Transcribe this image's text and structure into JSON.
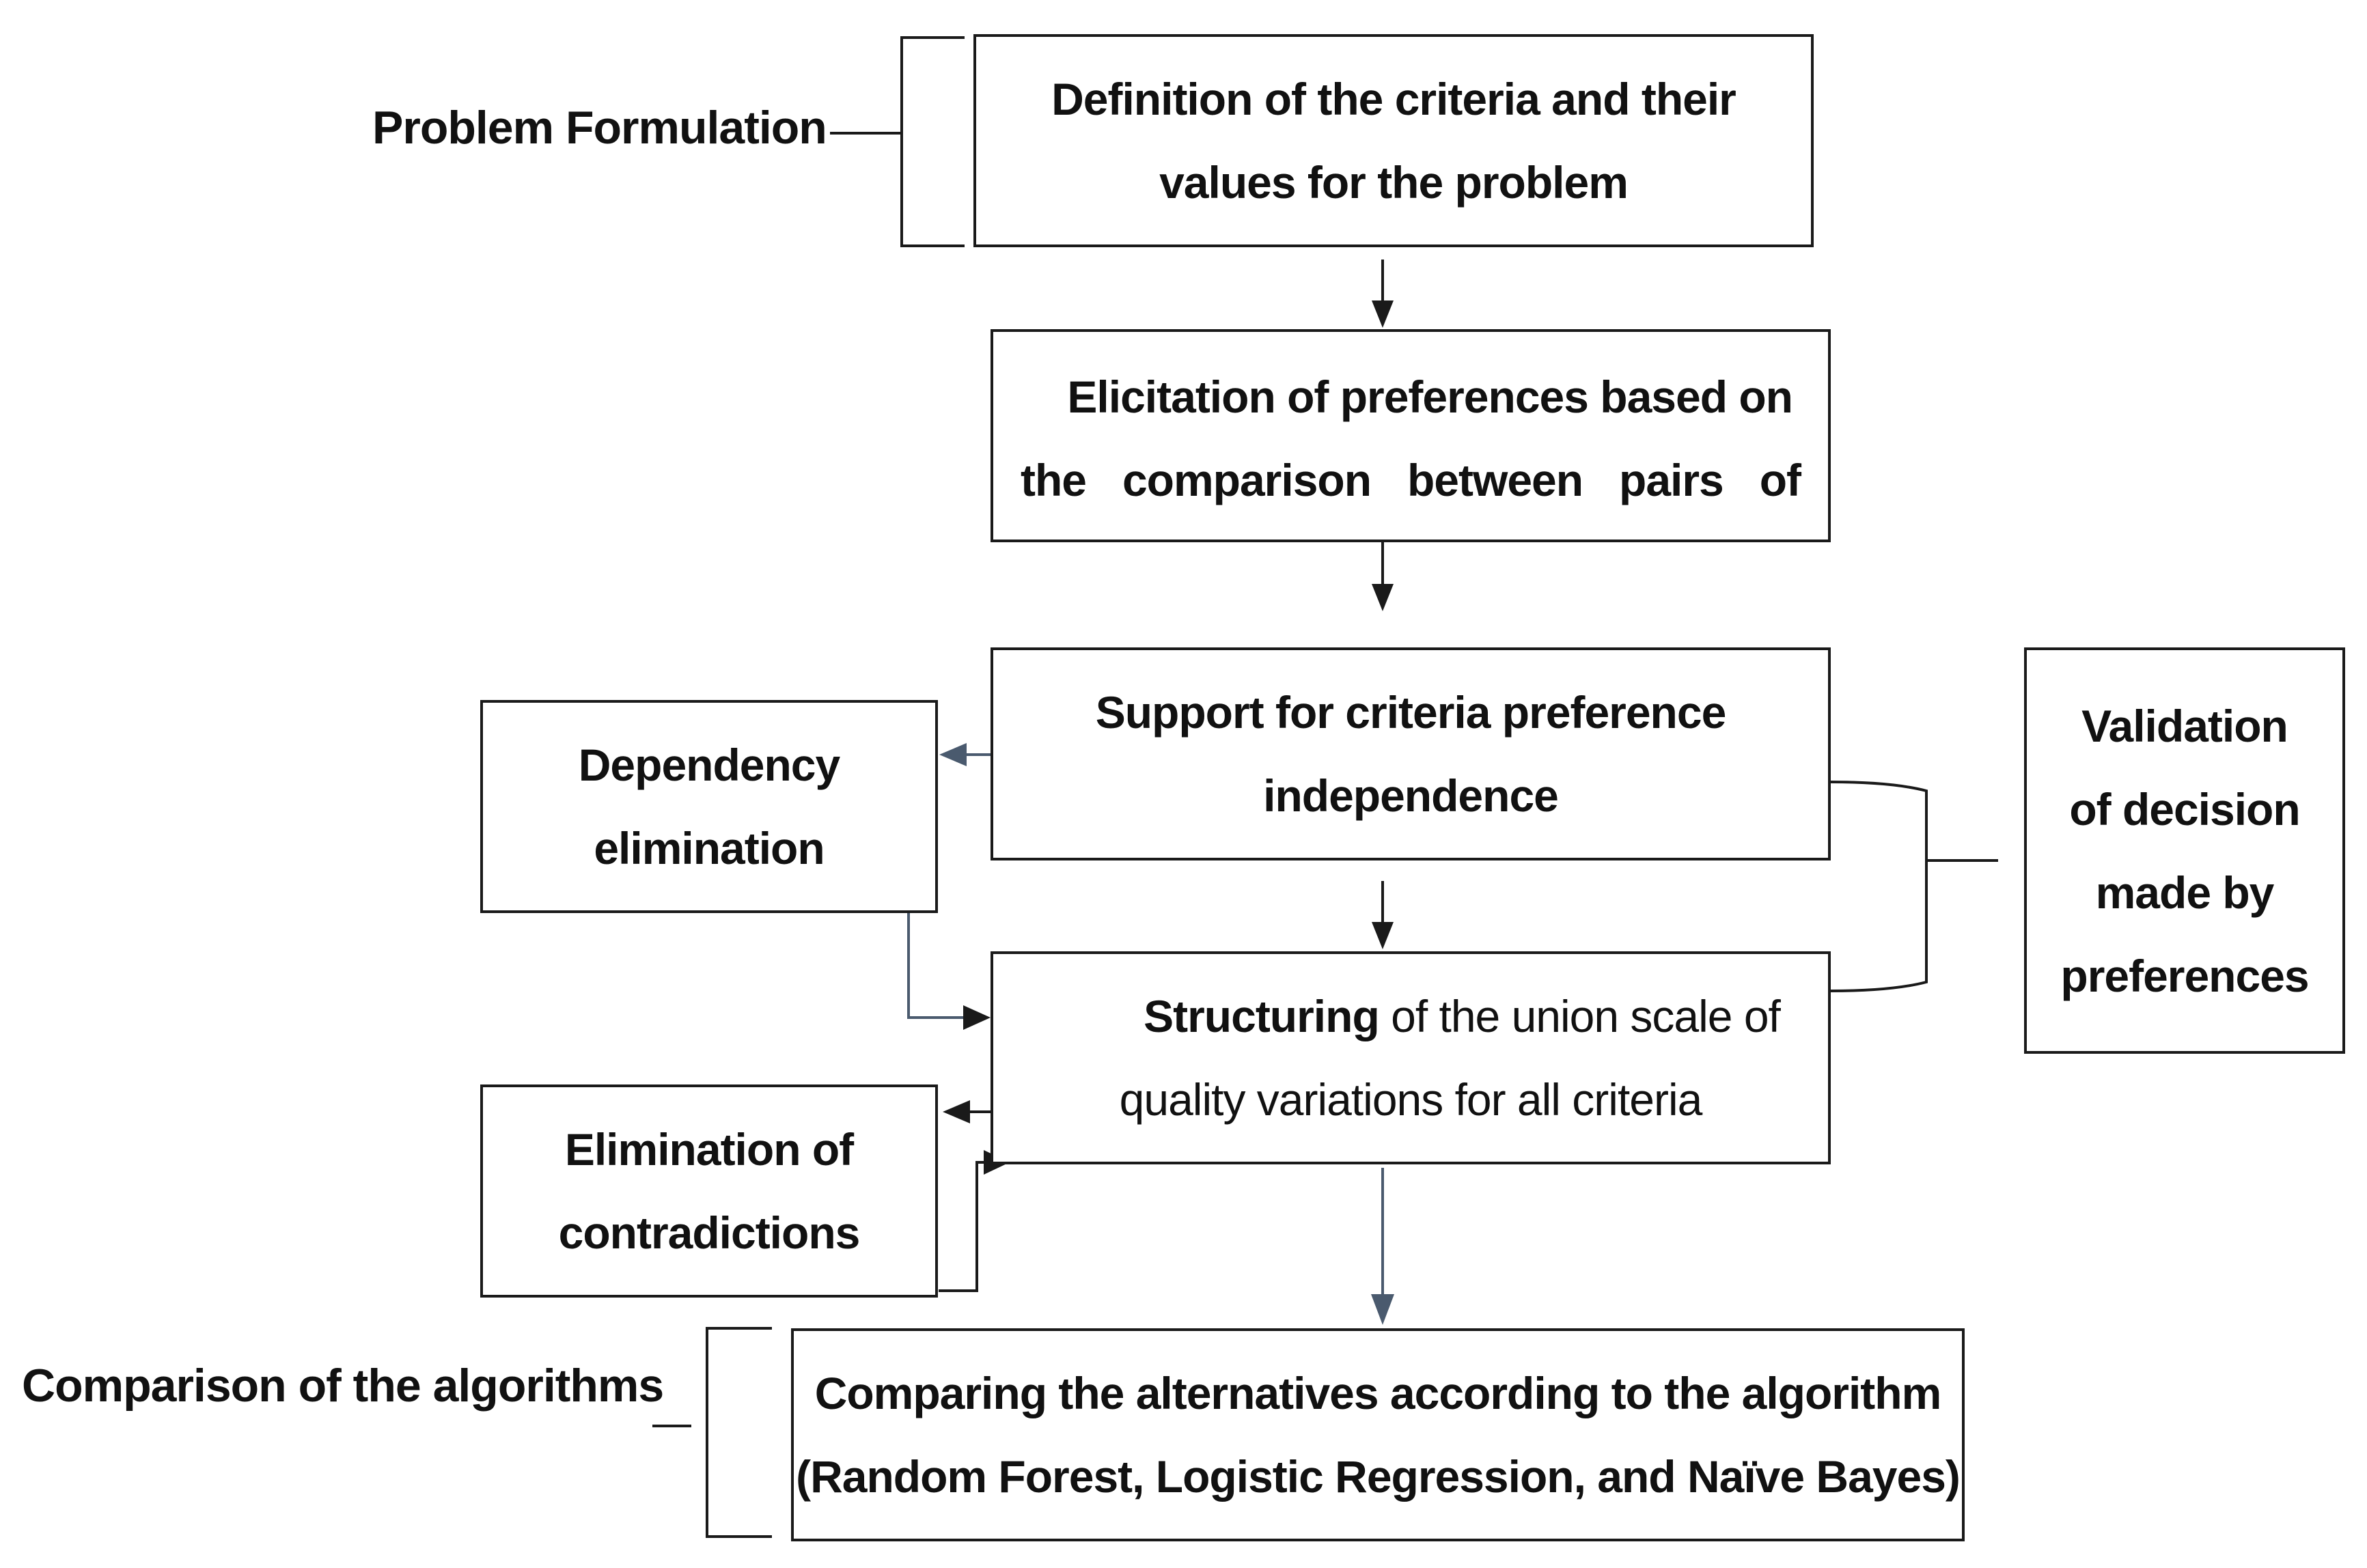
{
  "labels": {
    "problem_formulation": "Problem Formulation",
    "comparison_algorithms": "Comparison of the algorithms"
  },
  "boxes": {
    "definition": {
      "line1": "Definition of the criteria and their",
      "line2": "values for the problem"
    },
    "elicitation": {
      "line1": "Elicitation of preferences based on",
      "line2": "the comparison between pairs of"
    },
    "support": {
      "line1": "Support for criteria preference",
      "line2": "independence"
    },
    "dependency": {
      "line1": "Dependency",
      "line2": "elimination"
    },
    "structuring": {
      "bold": "Structuring",
      "line1_rest": " of the union scale of",
      "line2": "quality variations for all criteria"
    },
    "elimination": {
      "line1": "Elimination of",
      "line2": "contradictions"
    },
    "validation": {
      "line1": "Validation",
      "line2": "of decision",
      "line3": "made by",
      "line4": "preferences"
    },
    "comparing": {
      "line1": "Comparing the alternatives according to the algorithm",
      "line2": "(Random Forest, Logistic Regression, and Naïve Bayes)"
    }
  },
  "colors": {
    "line": "#1a1a1a",
    "blue_arrow": "#4a5a6e"
  }
}
